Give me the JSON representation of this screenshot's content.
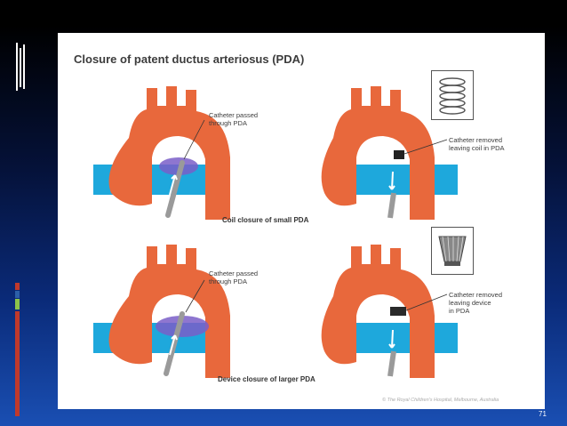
{
  "slide": {
    "title": "Closure of patent ductus arteriosus (PDA)",
    "page_number": "71"
  },
  "panels": {
    "top_left_label": [
      "Catheter passed",
      "through PDA"
    ],
    "top_right_label": [
      "Catheter removed",
      "leaving coil in PDA"
    ],
    "bottom_left_label": [
      "Catheter passed",
      "through PDA"
    ],
    "bottom_right_label": [
      "Catheter removed",
      "leaving device",
      "in PDA"
    ]
  },
  "captions": {
    "top": "Coil closure of small PDA",
    "bottom": "Device closure of larger PDA"
  },
  "copyright": "© The Royal Children's Hospital, Melbourne, Australia",
  "colors": {
    "aorta": "#e8683c",
    "pulmonary": "#1ea8dc",
    "shunt": "#7a5ec8",
    "catheter": "#9a9a9a",
    "accent_bars": [
      "#c0392b",
      "#2c5fa8",
      "#8bc34a",
      "#c0392b"
    ]
  }
}
